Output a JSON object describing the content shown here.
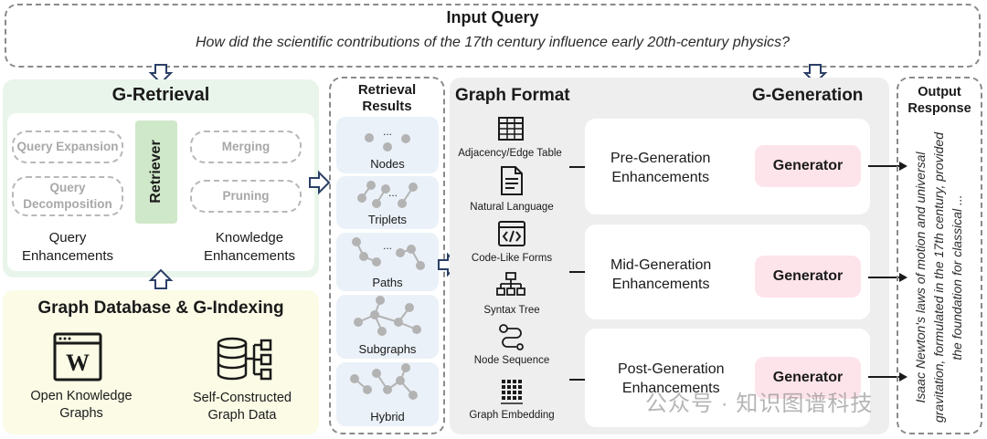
{
  "input_query": {
    "title": "Input Query",
    "question": "How did the scientific contributions of the 17th century influence early 20th-century physics?"
  },
  "g_retrieval": {
    "title": "G-Retrieval",
    "query_enhancements": {
      "items": [
        "Query Expansion",
        "Query\nDecomposition"
      ],
      "label": "Query\nEnhancements"
    },
    "retriever": "Retriever",
    "knowledge_enhancements": {
      "items": [
        "Merging",
        "Pruning"
      ],
      "label": "Knowledge\nEnhancements"
    }
  },
  "graph_database": {
    "title": "Graph Database & G-Indexing",
    "items": [
      {
        "label": "Open Knowledge\nGraphs",
        "icon": "wikipedia-icon"
      },
      {
        "label": "Self-Constructed\nGraph Data",
        "icon": "database-icon"
      }
    ]
  },
  "retrieval_results": {
    "title": "Retrieval\nResults",
    "items": [
      "Nodes",
      "Triplets",
      "Paths",
      "Subgraphs",
      "Hybrid"
    ]
  },
  "graph_format": {
    "title": "Graph Format",
    "items": [
      {
        "label": "Adjacency/Edge Table",
        "icon": "table-icon"
      },
      {
        "label": "Natural Language",
        "icon": "document-icon"
      },
      {
        "label": "Code-Like Forms",
        "icon": "code-icon"
      },
      {
        "label": "Syntax Tree",
        "icon": "tree-icon"
      },
      {
        "label": "Node Sequence",
        "icon": "sequence-icon"
      },
      {
        "label": "Graph Embedding",
        "icon": "grid-icon"
      }
    ]
  },
  "g_generation": {
    "title": "G-Generation",
    "stages": [
      {
        "label": "Pre-Generation\nEnhancements",
        "generator": "Generator"
      },
      {
        "label": "Mid-Generation\nEnhancements",
        "generator": "Generator"
      },
      {
        "label": "Post-Generation\nEnhancements",
        "generator": "Generator"
      }
    ]
  },
  "output_response": {
    "title": "Output\nResponse",
    "text": "Isaac Newton's laws of motion and universal gravitation, formulated in the 17th century, provided the foundation for classical ..."
  },
  "watermark": "公众号 · 知识图谱科技",
  "colors": {
    "retrieval_bg": "#e9f5ea",
    "database_bg": "#fbfbe6",
    "generation_bg": "#eeeeee",
    "result_card_bg": "#eaf1f8",
    "generator_bg": "#fde4ea",
    "retriever_bg": "#cfe8c9",
    "node_color": "#b3b3b3"
  }
}
